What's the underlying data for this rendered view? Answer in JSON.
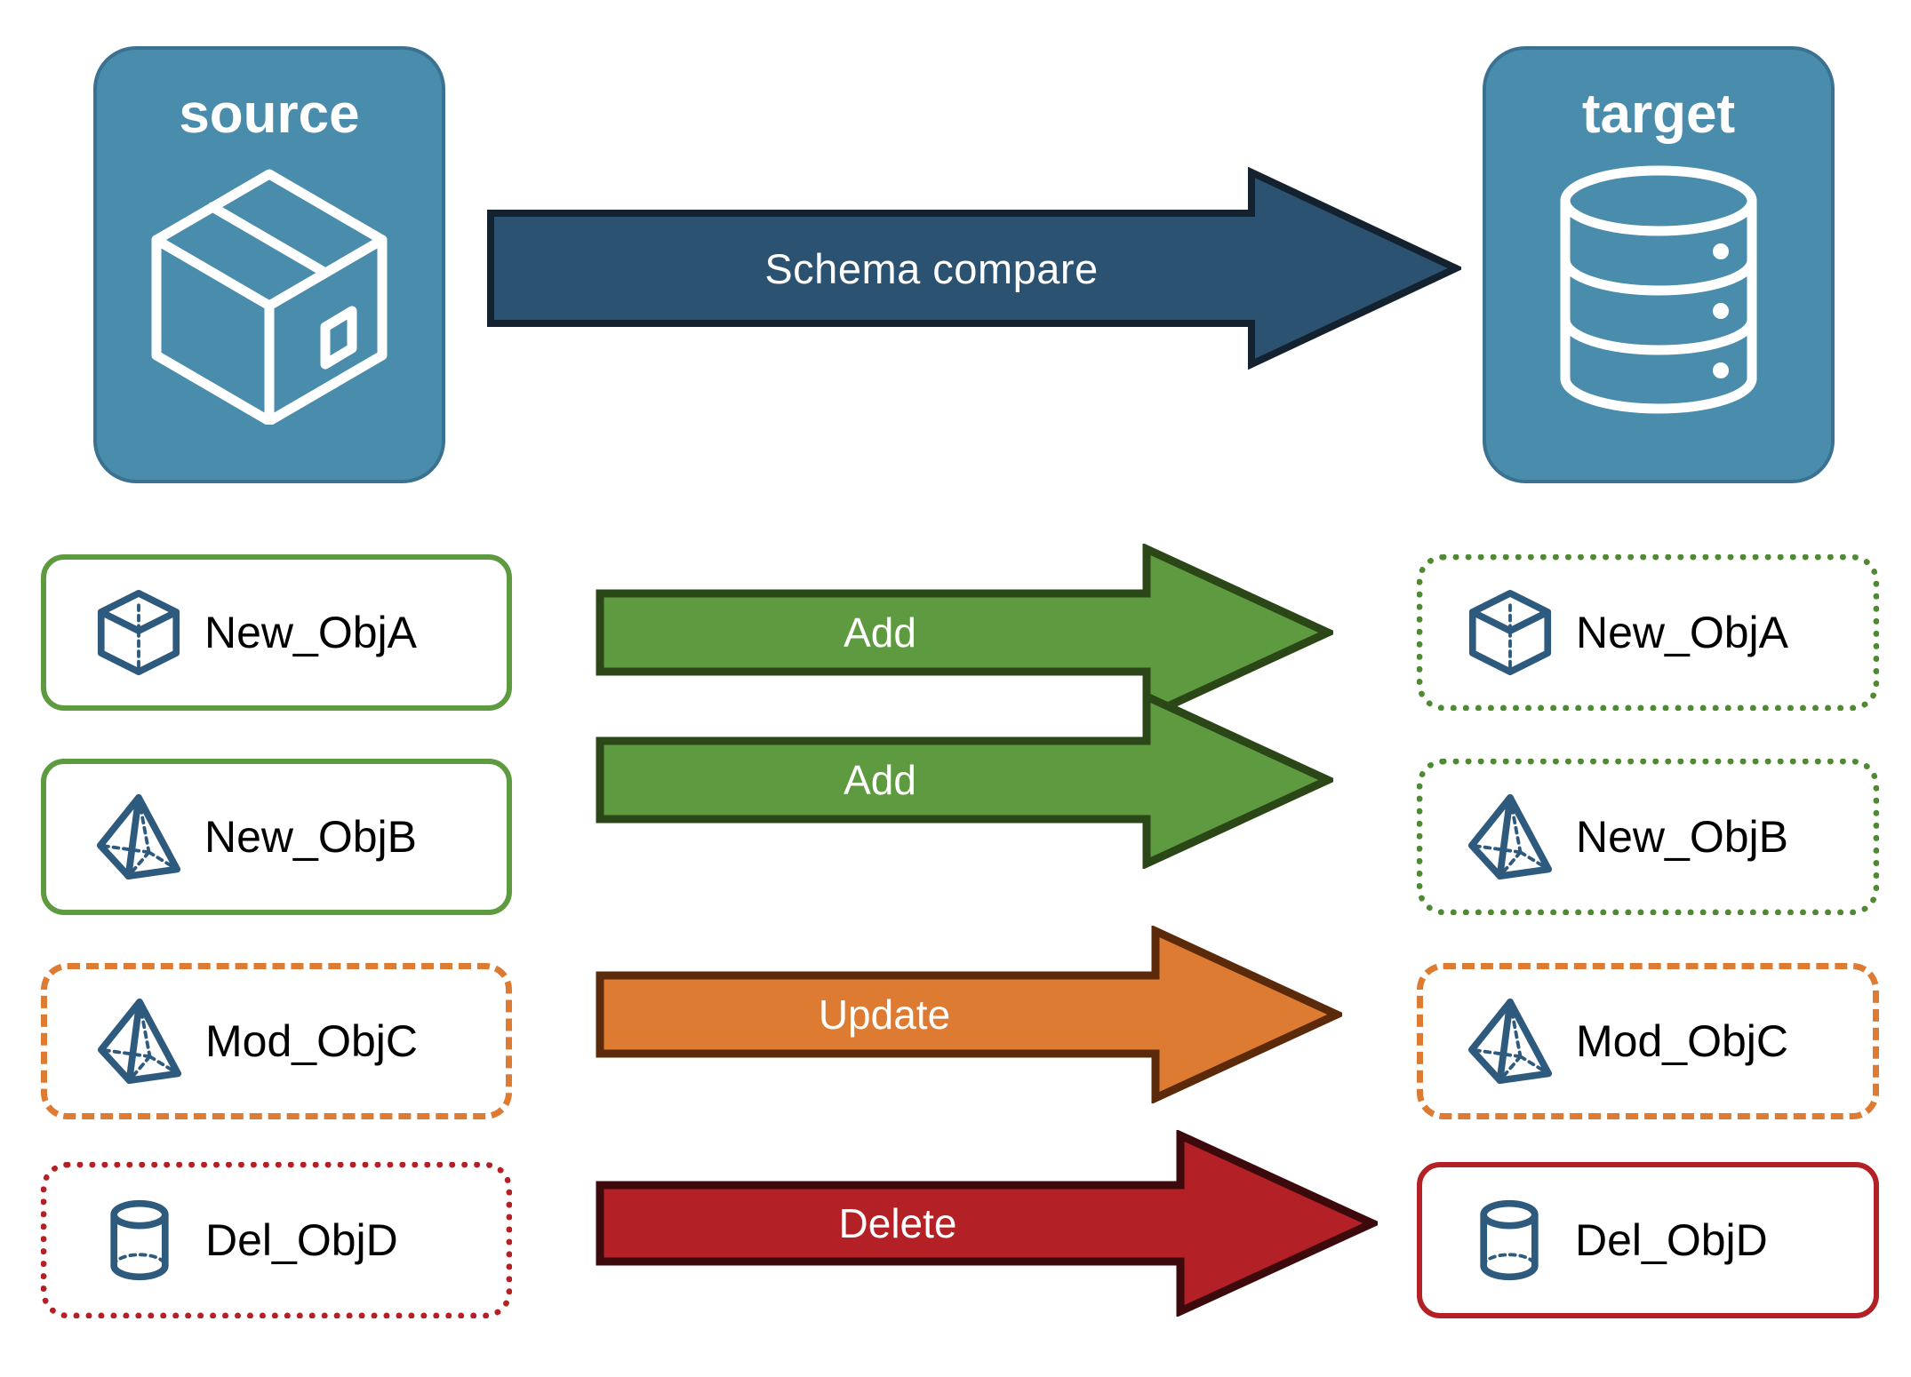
{
  "diagram": {
    "title_source": "source",
    "title_target": "target",
    "compare_arrow_label": "Schema compare",
    "colors": {
      "endpoint_fill": "#4A8CAB",
      "endpoint_border": "#3B7291",
      "compare_arrow_fill": "#2C5271",
      "compare_arrow_border": "#14212E",
      "add_fill": "#5E9A3F",
      "add_border": "#2B4718",
      "update_fill": "#DE7B33",
      "update_border": "#5B2A0B",
      "delete_fill": "#B32025",
      "delete_border": "#3C0A0C",
      "object_icon": "#2E5A7D",
      "label_text": "#000000"
    },
    "endpoints": {
      "source": {
        "label": "source",
        "icon": "package-box-icon"
      },
      "target": {
        "label": "target",
        "icon": "database-cylinder-icon"
      }
    },
    "rows": [
      {
        "action": "Add",
        "arrow_style": "add",
        "source": {
          "label": "New_ObjA",
          "icon": "wireframe-cube-icon",
          "border": "solid-green"
        },
        "target": {
          "label": "New_ObjA",
          "icon": "wireframe-cube-icon",
          "border": "dotted-green"
        }
      },
      {
        "action": "Add",
        "arrow_style": "add",
        "source": {
          "label": "New_ObjB",
          "icon": "wireframe-pyramid-icon",
          "border": "solid-green"
        },
        "target": {
          "label": "New_ObjB",
          "icon": "wireframe-pyramid-icon",
          "border": "dotted-green"
        }
      },
      {
        "action": "Update",
        "arrow_style": "update",
        "source": {
          "label": "Mod_ObjC",
          "icon": "wireframe-pyramid-icon",
          "border": "dashed-orange"
        },
        "target": {
          "label": "Mod_ObjC",
          "icon": "wireframe-pyramid-icon",
          "border": "dashed-orange"
        }
      },
      {
        "action": "Delete",
        "arrow_style": "delete",
        "source": {
          "label": "Del_ObjD",
          "icon": "wireframe-cylinder-icon",
          "border": "dotted-red"
        },
        "target": {
          "label": "Del_ObjD",
          "icon": "wireframe-cylinder-icon",
          "border": "solid-red"
        }
      }
    ]
  }
}
